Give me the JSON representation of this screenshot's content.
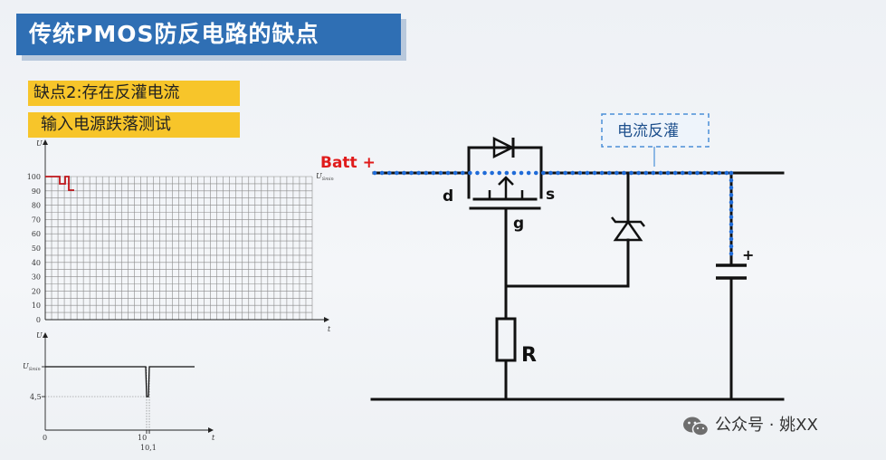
{
  "title": "传统PMOS防反电路的缺点",
  "tags": {
    "defect": "缺点2:存在反灌电流",
    "test": "输入电源跌落测试"
  },
  "chart_top": {
    "y_axis_label": "U",
    "x_axis_label": "t",
    "y_ticks": [
      "100",
      "90",
      "80",
      "70",
      "60",
      "50",
      "40",
      "30",
      "20",
      "10",
      "0"
    ],
    "limit_label": "U",
    "limit_sub": "Smin"
  },
  "chart_bottom": {
    "y_axis_label": "U",
    "x_axis_label": "t",
    "y_label_smin": "U",
    "y_label_smin_sub": "Smin",
    "y_label_low": "4,5",
    "x_zero": "0",
    "x_tick": "10",
    "x_tick2": "10,1"
  },
  "circuit": {
    "batt_label": "Batt +",
    "d_label": "d",
    "s_label": "s",
    "g_label": "g",
    "r_label": "R",
    "cap_plus": "+",
    "reverse_current_label": "电流反灌",
    "colors": {
      "batt": "#e01b1b",
      "dots": "#1f6bd8",
      "callout": "#4a8fd8"
    }
  },
  "watermark": "公众号 · 姚XX",
  "colors": {
    "title_bg": "#2f6fb4",
    "tag_bg": "#f7c52a",
    "waveform": "#c0161b"
  }
}
